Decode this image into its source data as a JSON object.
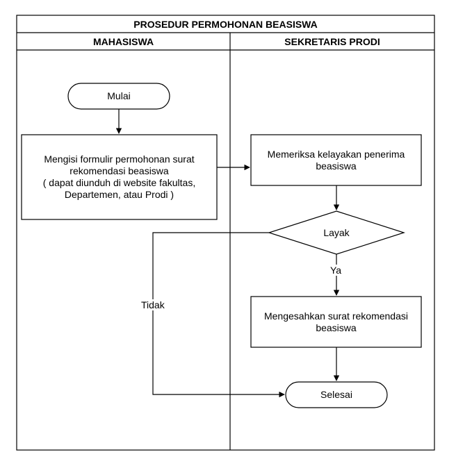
{
  "diagram": {
    "title": "PROSEDUR PERMOHONAN BEASISWA",
    "lanes": [
      {
        "name": "MAHASISWA"
      },
      {
        "name": "SEKRETARIS PRODI"
      }
    ],
    "nodes": {
      "start": {
        "text": "Mulai",
        "shape": "terminator"
      },
      "fill_form": {
        "lines": [
          "Mengisi formulir permohonan surat",
          "rekomendasi beasiswa",
          "( dapat diunduh di website fakultas,",
          "Departemen, atau Prodi )"
        ],
        "shape": "process"
      },
      "check": {
        "lines": [
          "Memeriksa kelayakan penerima",
          "beasiswa"
        ],
        "shape": "process"
      },
      "decision": {
        "text": "Layak",
        "shape": "decision"
      },
      "approve": {
        "lines": [
          "Mengesahkan surat rekomendasi",
          "beasiswa"
        ],
        "shape": "process"
      },
      "end": {
        "text": "Selesai",
        "shape": "terminator"
      }
    },
    "edge_labels": {
      "yes": "Ya",
      "no": "Tidak"
    }
  }
}
